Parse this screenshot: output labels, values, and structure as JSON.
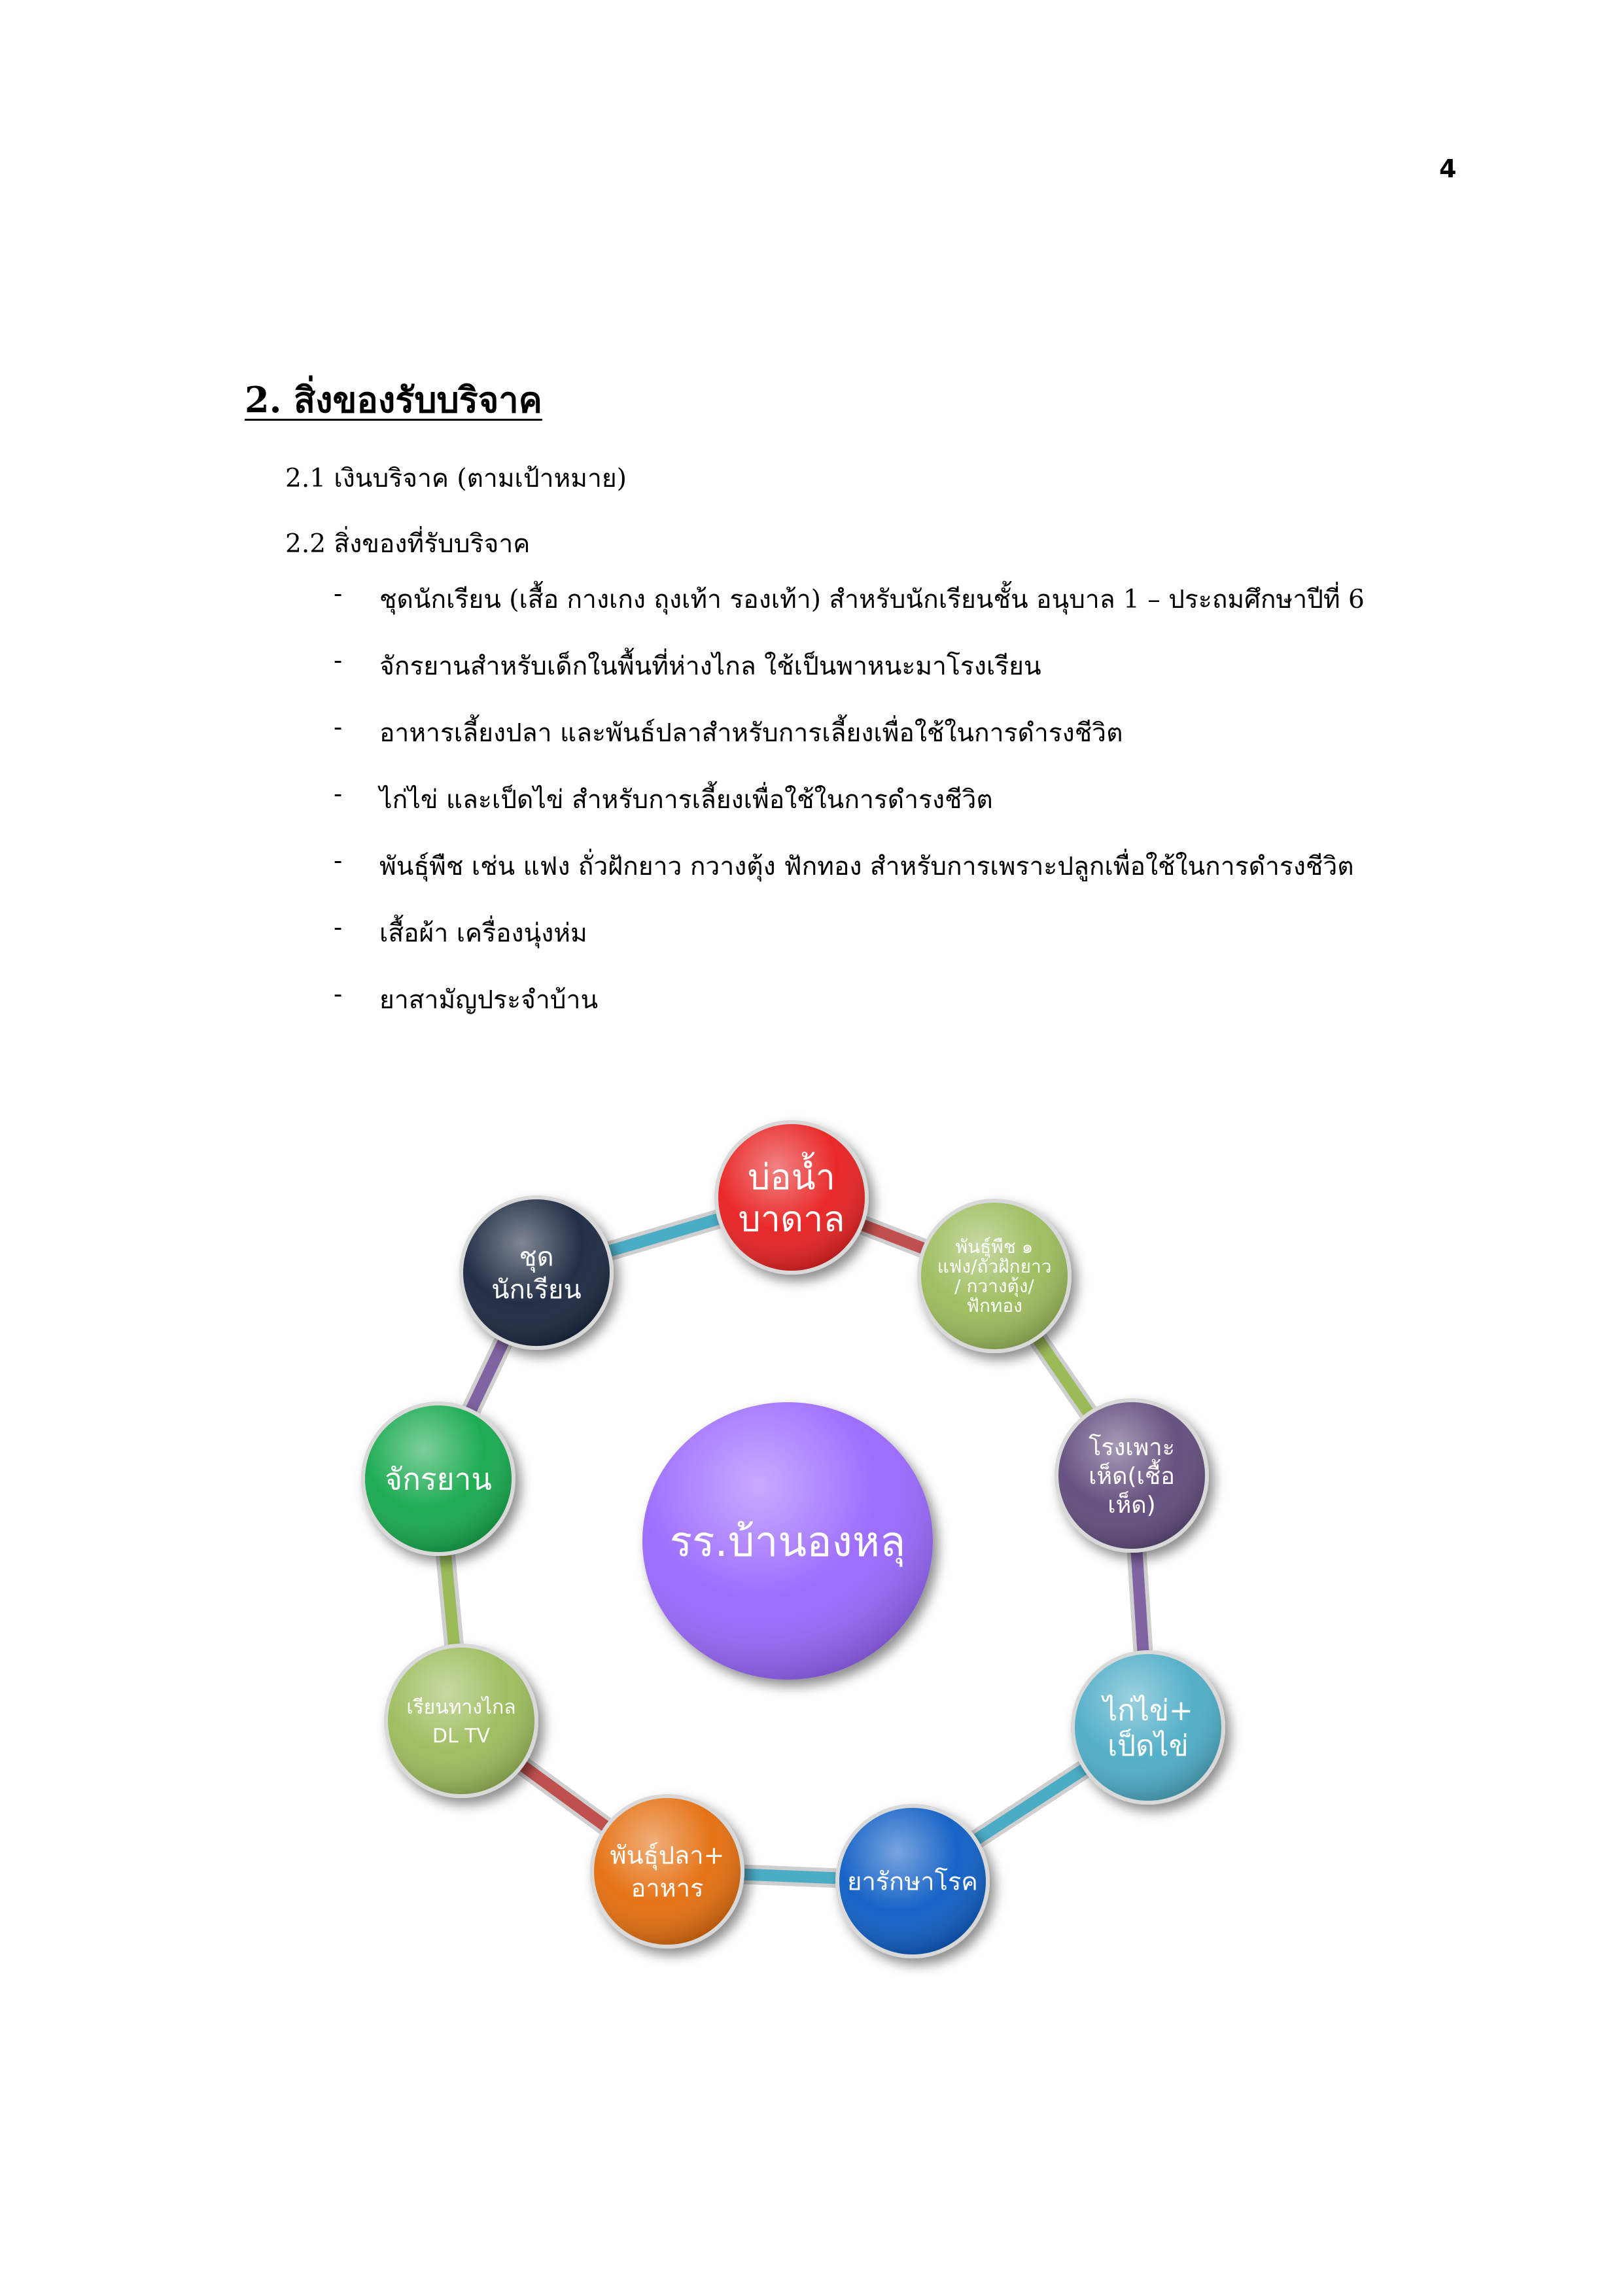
{
  "page_number": "4",
  "heading": "2. สิ่งของรับบริจาค",
  "items": [
    "2.1 เงินบริจาค (ตามเป้าหมาย)",
    "2.2 สิ่งของที่รับบริจาค"
  ],
  "bullet_marker": "-",
  "bullets": [
    "ชุดนักเรียน (เสื้อ กางเกง ถุงเท้า รองเท้า) สำหรับนักเรียนชั้น อนุบาล 1 – ประถมศึกษาปีที่ 6",
    "จักรยานสำหรับเด็กในพื้นที่ห่างไกล ใช้เป็นพาหนะมาโรงเรียน",
    "อาหารเลี้ยงปลา และพันธ์ปลาสำหรับการเลี้ยงเพื่อใช้ในการดำรงชีวิต",
    "ไก่ไข่ และเป็ดไข่ สำหรับการเลี้ยงเพื่อใช้ในการดำรงชีวิต",
    "พันธุ์พืช เช่น แฟง ถั่วฝักยาว กวางตุ้ง ฟักทอง สำหรับการเพราะปลูกเพื่อใช้ในการดำรงชีวิต",
    "เสื้อผ้า เครื่องนุ่งห่ม",
    "ยาสามัญประจำบ้าน"
  ],
  "diagram": {
    "center": {
      "label": "รร.บ้านองหลุ",
      "color": "#9966FF"
    },
    "nodes": [
      {
        "lines": [
          "บ่อน้ำ",
          "บาดาล"
        ],
        "color": "#E81E1E"
      },
      {
        "lines": [
          "พันธุ์พืช ๑",
          "แฟง/ถั่วฝักยาว",
          "/ กวางตุ้ง/",
          "ฟักทอง"
        ],
        "color": "#9BBB59"
      },
      {
        "lines": [
          "โรงเพาะ",
          "เห็ด(เชื้อ",
          "เห็ด)"
        ],
        "color": "#5F497A"
      },
      {
        "lines": [
          "ไก่ไข่+",
          "เป็ดไข่"
        ],
        "color": "#4BACC6"
      },
      {
        "lines": [
          "ยารักษาโรค"
        ],
        "color": "#0A5BC4"
      },
      {
        "lines": [
          "พันธุ์ปลา+",
          "อาหาร"
        ],
        "color": "#E46C0A"
      },
      {
        "lines": [
          "เรียนทางไกล",
          "DL TV"
        ],
        "color": "#9BBB59"
      },
      {
        "lines": [
          "จักรยาน"
        ],
        "color": "#12A84A"
      },
      {
        "lines": [
          "ชุด",
          "นักเรียน"
        ],
        "color": "#17243D"
      }
    ],
    "arc_colors": [
      "#C0504D",
      "#9BBB59",
      "#8064A2",
      "#4BACC6",
      "#4BACC6",
      "#C0504D",
      "#9BBB59",
      "#8064A2",
      "#4BACC6"
    ]
  }
}
